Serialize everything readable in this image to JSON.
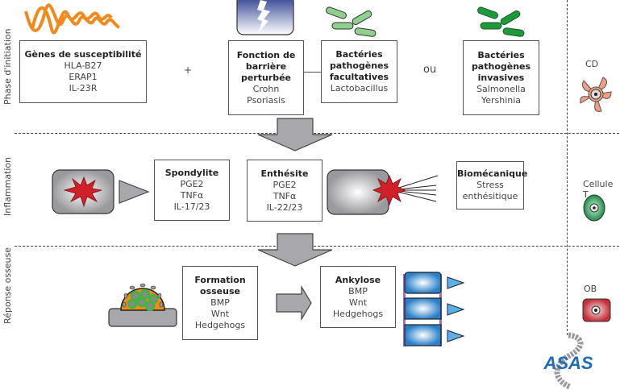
{
  "phases": {
    "initiation": "Phase d'initiation",
    "inflammation": "Inflammation",
    "bone": "Réponse osseuse"
  },
  "initiation": {
    "genes": {
      "title": "Gènes de susceptibilité",
      "items": [
        "HLA-B27",
        "ERAP1",
        "IL-23R"
      ]
    },
    "plus": "+",
    "barrier": {
      "title": [
        "Fonction de",
        "barrière",
        "perturbée"
      ],
      "items": [
        "Crohn",
        "Psoriasis"
      ]
    },
    "facultative": {
      "title": [
        "Bactéries",
        "pathogènes",
        "facultatives"
      ],
      "items": [
        "Lactobacillus"
      ]
    },
    "or": "ou",
    "invasive": {
      "title": [
        "Bactéries",
        "pathogènes",
        "invasives"
      ],
      "items": [
        "Salmonella",
        "Yershinia"
      ]
    }
  },
  "inflammation": {
    "spondylite": {
      "title": "Spondylite",
      "items": [
        "PGE2",
        "TNFα",
        "IL-17/23"
      ]
    },
    "enthesite": {
      "title": "Enthésite",
      "items": [
        "PGE2",
        "TNFα",
        "IL-22/23"
      ]
    },
    "biomecanique": {
      "title": "Biomécanique",
      "items": [
        "Stress",
        "enthésitique"
      ]
    }
  },
  "bone": {
    "formation": {
      "title": [
        "Formation",
        "osseuse"
      ],
      "items": [
        "BMP",
        "Wnt",
        "Hedgehogs"
      ]
    },
    "ankylose": {
      "title": "Ankylose",
      "items": [
        "BMP",
        "Wnt",
        "Hedgehogs"
      ]
    }
  },
  "legend": {
    "cd": "CD",
    "tcell": "Cellule T",
    "ob": "OB"
  },
  "logo": "ASAS",
  "colors": {
    "dna": "#f08a1c",
    "facultative_bacteria": "#8fd08f",
    "invasive_bacteria": "#1f9a3a",
    "inflammation_star": "#d0202a",
    "barrier_blue": "#2a3d8f",
    "ankylose_blue": "#2a7fc8",
    "cd_cell": "#f0a080",
    "tcell": "#2a9a5a",
    "ob_cell": "#c0303a",
    "logo_blue": "#1e6bb8"
  }
}
